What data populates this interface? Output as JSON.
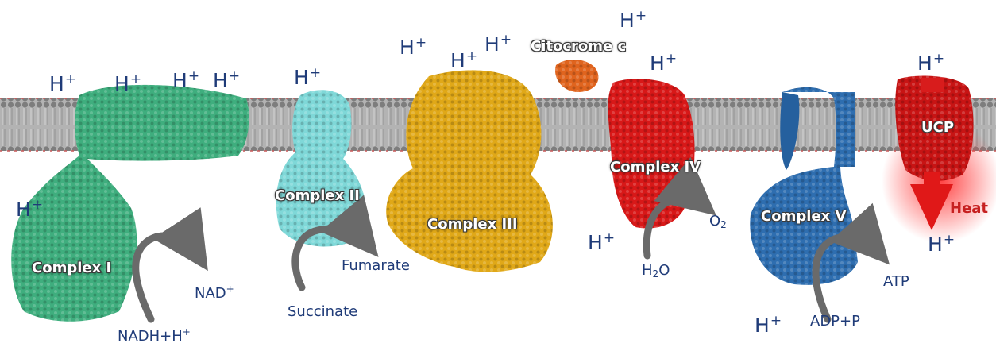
{
  "complexes": {
    "complex_1": "Complex I",
    "complex_2": "Complex II",
    "complex_3": "Complex III",
    "complex_4": "Complex IV",
    "complex_5": "Complex V",
    "cytochrome_c": "Citocrome c",
    "ucp": "UCP"
  },
  "molecules": {
    "nadh_base": "NADH+H",
    "nadh_sup": "+",
    "nad_base": "NAD",
    "nad_sup": "+",
    "succinate": "Succinate",
    "fumarate": "Fumarate",
    "o2_base": "O",
    "o2_sub": "2",
    "h2o_pre": "H",
    "h2o_sub": "2",
    "h2o_post": "O",
    "adp": "ADP+P",
    "atp": "ATP",
    "heat": "Heat"
  },
  "proton": {
    "base": "H",
    "charge": "+"
  },
  "colors": {
    "complex_1": "#3fae7e",
    "complex_2": "#7fd8d8",
    "complex_3": "#e0a818",
    "complex_4": "#d81818",
    "complex_5": "#2e6eb0",
    "cytochrome_c": "#e0641e",
    "ucp": "#c81414",
    "membrane": "#a4a4a4",
    "text": "#1f3b78",
    "arrow": "#6a6a6a"
  }
}
